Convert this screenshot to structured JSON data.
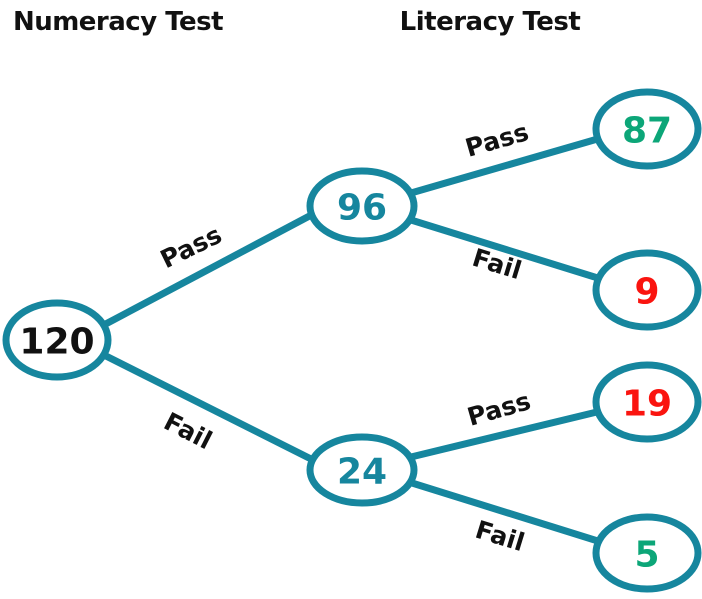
{
  "headers": {
    "numeracy": "Numeracy Test",
    "literacy": "Literacy Test"
  },
  "colors": {
    "teal": "#16869e",
    "green": "#0ca678",
    "red": "#fa140f",
    "black": "#111111"
  },
  "nodes": {
    "root": {
      "value": "120"
    },
    "pass": {
      "value": "96"
    },
    "fail": {
      "value": "24"
    },
    "pass_pass": {
      "value": "87"
    },
    "pass_fail": {
      "value": "9"
    },
    "fail_pass": {
      "value": "19"
    },
    "fail_fail": {
      "value": "5"
    }
  },
  "branches": {
    "root_pass": "Pass",
    "root_fail": "Fail",
    "pass_pass": "Pass",
    "pass_fail": "Fail",
    "fail_pass": "Pass",
    "fail_fail": "Fail"
  }
}
